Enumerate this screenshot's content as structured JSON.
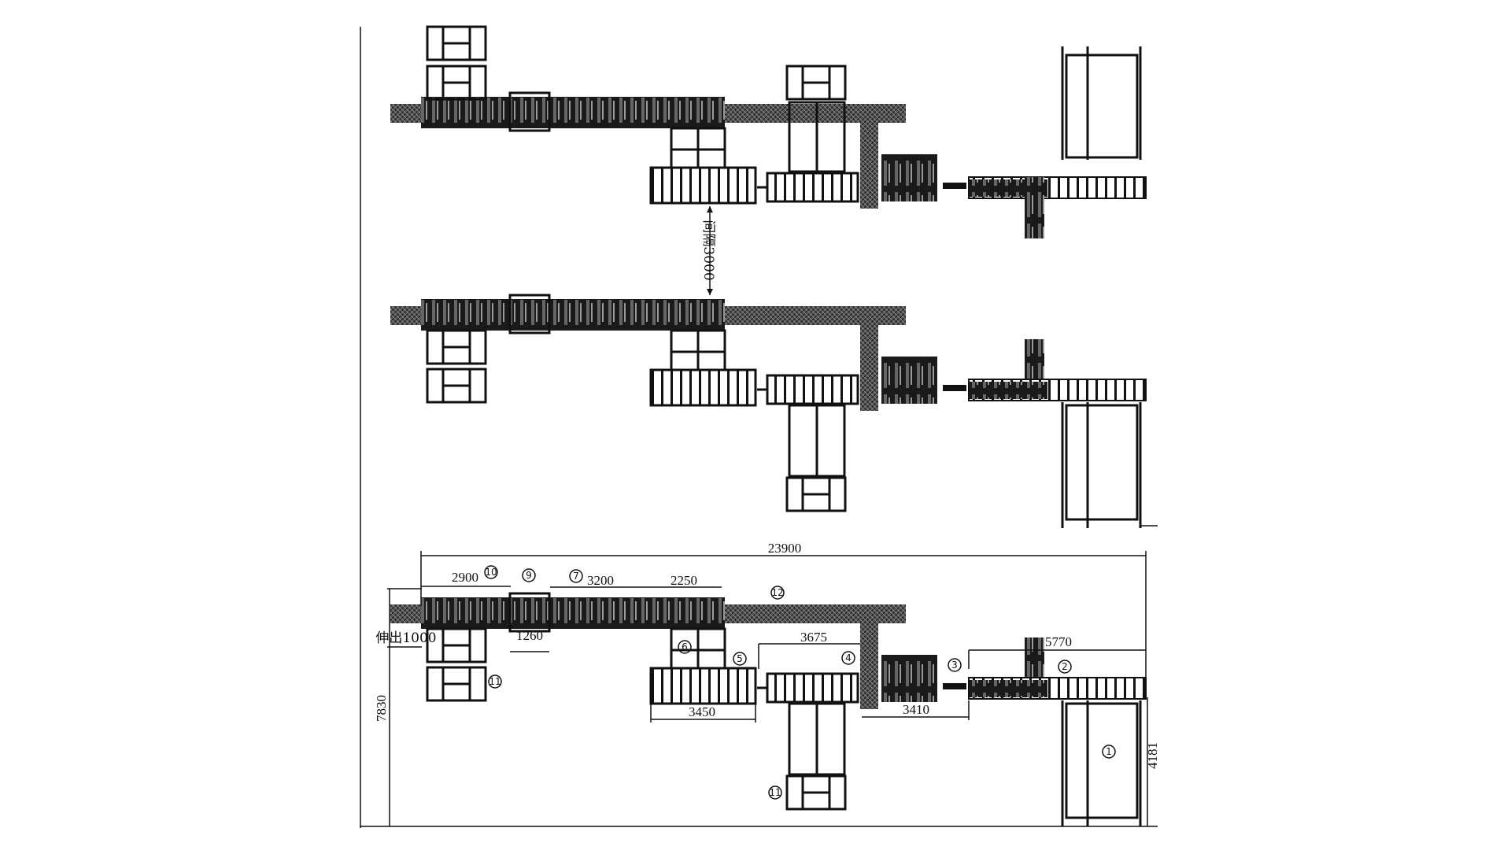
{
  "drawing": {
    "spacing_label": "间隔3000",
    "extension_label": "伸出1000",
    "dimensions": {
      "overall_length": "23900",
      "d2900": "2900",
      "d3200": "3200",
      "d2250": "2250",
      "d1260": "1260",
      "d3675": "3675",
      "d5770": "5770",
      "d3450": "3450",
      "d3410": "3410",
      "overall_height": "7830",
      "d4181": "4181"
    },
    "callouts": {
      "c1": "1",
      "c2": "2",
      "c3": "3",
      "c4": "4",
      "c5": "5",
      "c6": "6",
      "c7": "7",
      "c9": "9",
      "c10": "10",
      "c11a": "11",
      "c11b": "11",
      "c12": "12"
    }
  }
}
